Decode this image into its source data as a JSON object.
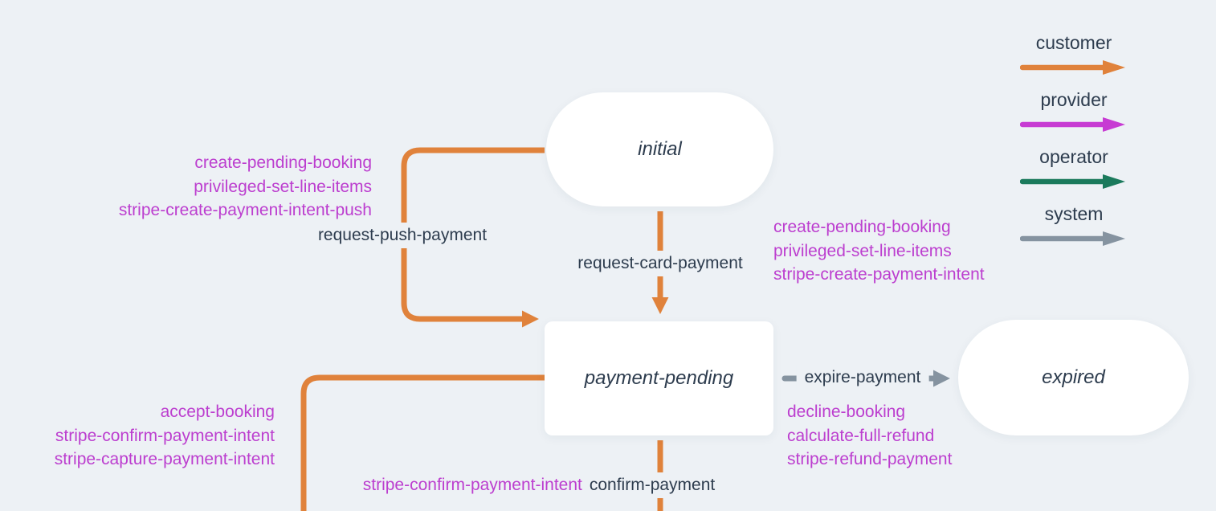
{
  "colors": {
    "background": "#edf1f5",
    "node_fill": "#ffffff",
    "label_text": "#2d3c4e",
    "action_text": "#bc3ecf",
    "customer": "#e0823b",
    "provider": "#c73bd3",
    "operator": "#1b7a5c",
    "system": "#8593a0"
  },
  "legend": {
    "items": [
      {
        "id": "customer",
        "label": "customer"
      },
      {
        "id": "provider",
        "label": "provider"
      },
      {
        "id": "operator",
        "label": "operator"
      },
      {
        "id": "system",
        "label": "system"
      }
    ]
  },
  "states": {
    "initial": {
      "label": "initial"
    },
    "payment_pending": {
      "label": "payment-pending"
    },
    "expired": {
      "label": "expired"
    }
  },
  "transitions": {
    "request_push_payment": {
      "label": "request-push-payment",
      "actor": "customer"
    },
    "request_card_payment": {
      "label": "request-card-payment",
      "actor": "customer"
    },
    "expire_payment": {
      "label": "expire-payment",
      "actor": "system"
    },
    "confirm_payment": {
      "label": "confirm-payment",
      "actor": "customer",
      "action": "stripe-confirm-payment-intent"
    }
  },
  "action_blocks": {
    "request_push_payment": {
      "lines": [
        "create-pending-booking",
        "privileged-set-line-items",
        "stripe-create-payment-intent-push"
      ]
    },
    "request_card_payment": {
      "lines": [
        "create-pending-booking",
        "privileged-set-line-items",
        "stripe-create-payment-intent"
      ]
    },
    "accept": {
      "lines": [
        "accept-booking",
        "stripe-confirm-payment-intent",
        "stripe-capture-payment-intent"
      ]
    },
    "decline": {
      "lines": [
        "decline-booking",
        "calculate-full-refund",
        "stripe-refund-payment"
      ]
    }
  }
}
